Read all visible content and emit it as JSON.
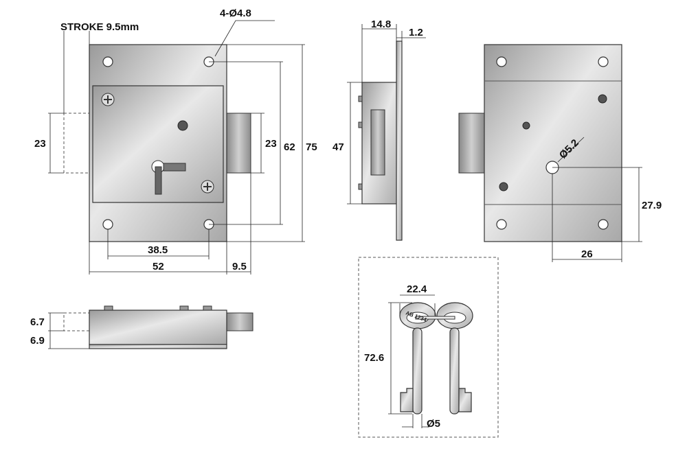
{
  "title": "Cabinet lock technical drawing",
  "front_view": {
    "stroke_label": "STROKE 9.5mm",
    "holes_label": "4-Ø4.8",
    "stroke_height": "23",
    "bolt_height": "23",
    "hole_spacing_vertical": "62",
    "plate_height": "75",
    "hole_spacing_horizontal": "38.5",
    "plate_width": "52",
    "bolt_projection": "9.5"
  },
  "side_view": {
    "depth": "14.8",
    "flange_thickness": "1.2",
    "case_height": "47"
  },
  "rear_view": {
    "pin_diameter": "Ø5.2",
    "pin_height": "27.9",
    "pin_offset": "26"
  },
  "bottom_view": {
    "case_thickness": "6.7",
    "plate_offset": "6.9"
  },
  "keys": {
    "bow_width": "22.4",
    "key_length": "72.6",
    "shank_diameter": "Ø5",
    "key_code": "AB 1234"
  },
  "colors": {
    "line": "#222222",
    "metal": "#c8c8c8"
  }
}
